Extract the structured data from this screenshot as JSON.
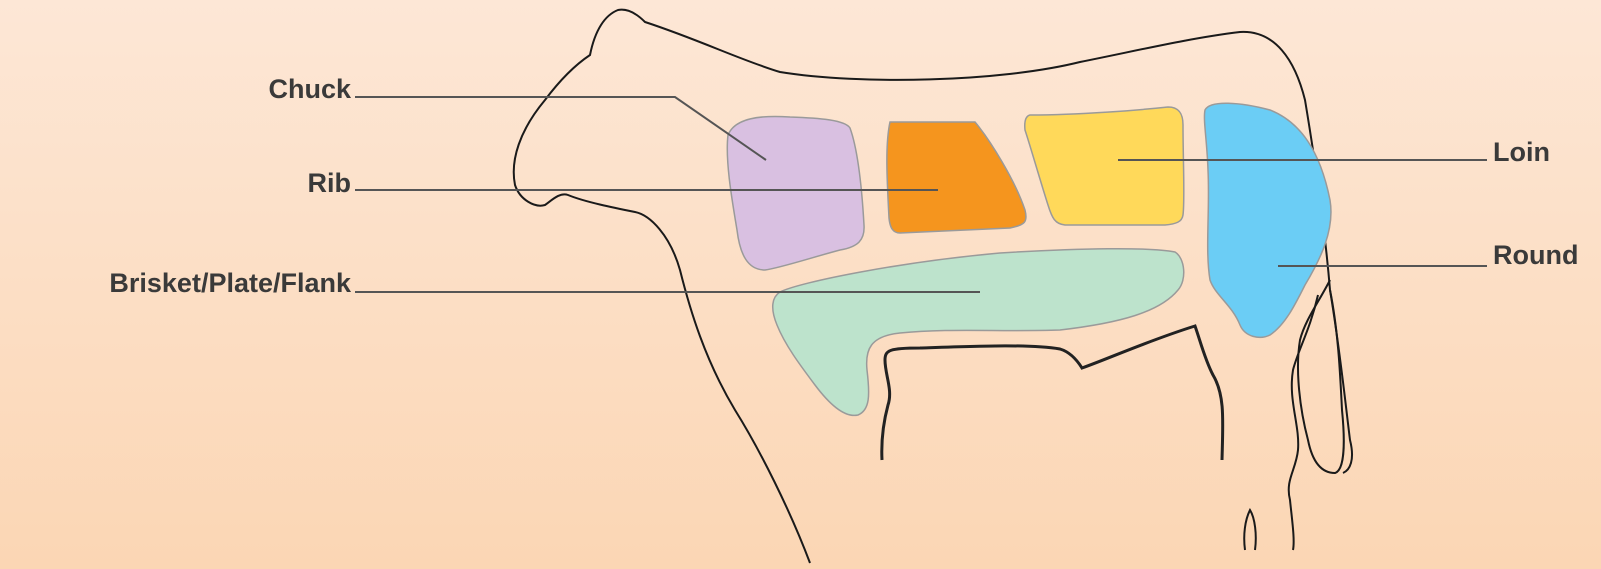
{
  "diagram": {
    "background_top": "#fde7d6",
    "background_bottom": "#fbd6b4",
    "outline_color": "#1a1a1a",
    "leader_color": "#555555",
    "cuts": [
      {
        "id": "chuck",
        "label": "Chuck",
        "color": "#d9c0e1"
      },
      {
        "id": "rib",
        "label": "Rib",
        "color": "#f5951e"
      },
      {
        "id": "brisket",
        "label": "Brisket/Plate/Flank",
        "color": "#bde3cc"
      },
      {
        "id": "loin",
        "label": "Loin",
        "color": "#ffd95a"
      },
      {
        "id": "round",
        "label": "Round",
        "color": "#6bcdf5"
      }
    ]
  }
}
